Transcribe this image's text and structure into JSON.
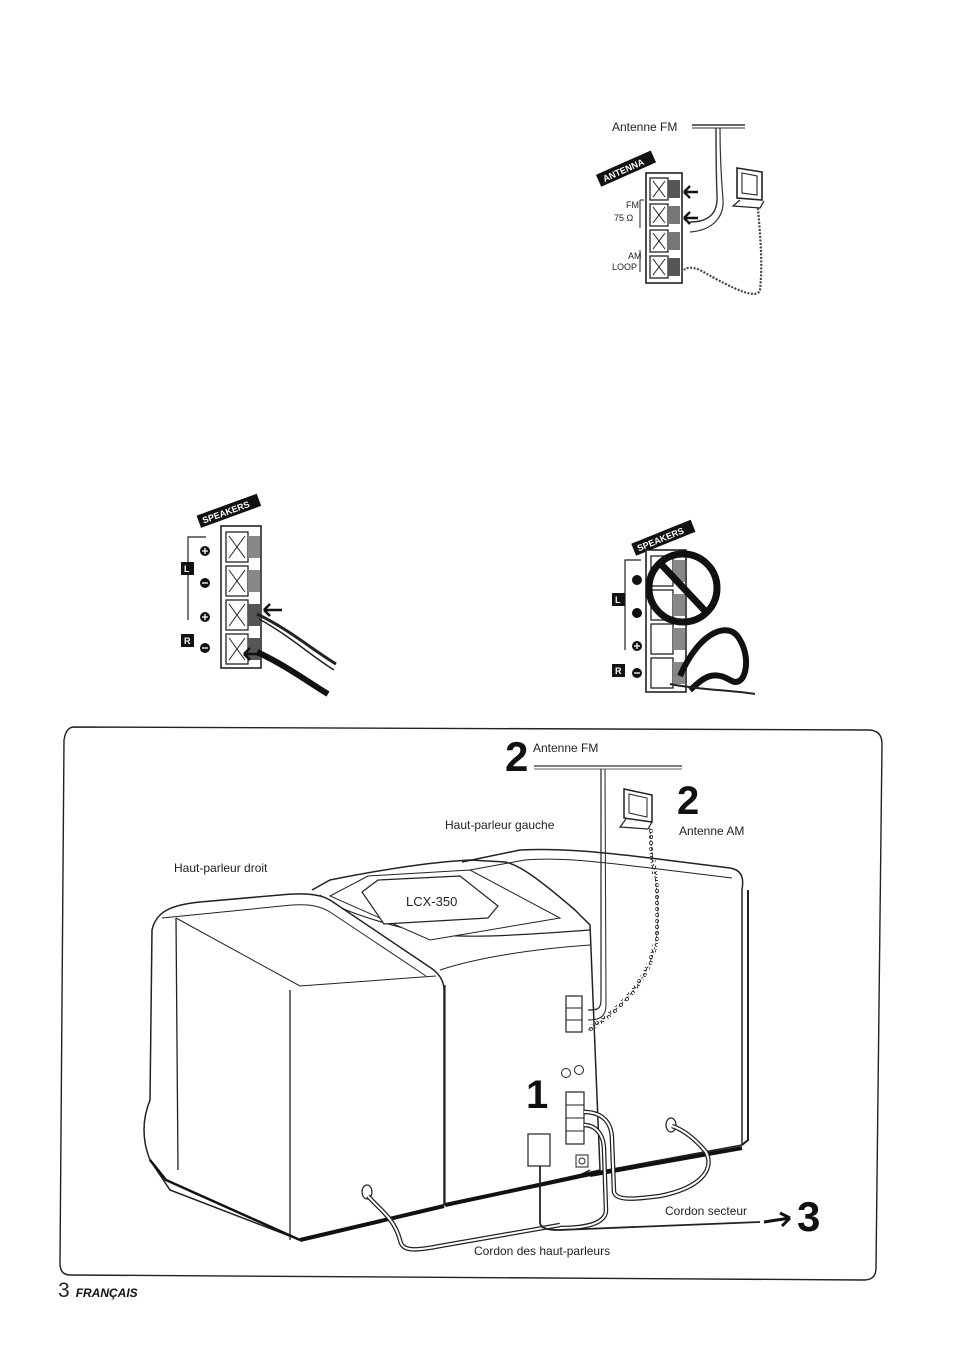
{
  "fm_antenna_diagram": {
    "label": "Antenne FM",
    "banner": "ANTENNA",
    "terminal_fm": "FM",
    "terminal_ohm": "75 Ω",
    "terminal_am": "AM",
    "terminal_loop": "LOOP"
  },
  "speakers_correct_diagram": {
    "banner": "SPEAKERS",
    "left_tag": "L",
    "right_tag": "R"
  },
  "speakers_wrong_diagram": {
    "banner": "SPEAKERS",
    "left_tag": "L",
    "right_tag": "R"
  },
  "system_diagram": {
    "step_fm": "2",
    "label_fm": "Antenne FM",
    "step_am": "2",
    "label_am": "Antenne AM",
    "label_left_speaker": "Haut-parleur gauche",
    "label_right_speaker": "Haut-parleur droit",
    "model": "LCX-350",
    "step_speakers": "1",
    "label_power_cord": "Cordon secteur",
    "step_power": "3",
    "label_speaker_cord": "Cordon des haut-parleurs"
  },
  "footer": {
    "page_number": "3",
    "language": "FRANÇAIS"
  }
}
